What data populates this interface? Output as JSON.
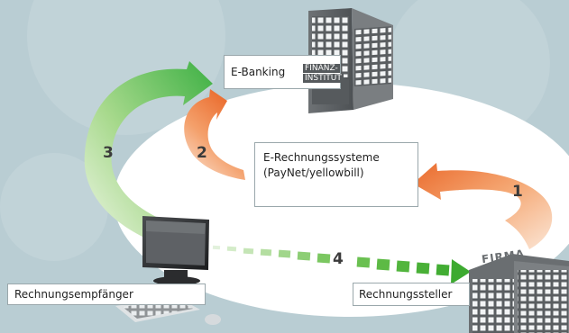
{
  "labels": {
    "ebanking": "E-Banking",
    "finanz_line1": "FINANZ-",
    "finanz_line2": "INSTITUT",
    "esystems_line1": "E-Rechnungssysteme",
    "esystems_line2": "(PayNet/yellowbill)",
    "firma": "FIRMA",
    "receiver": "Rechnungsempfänger",
    "sender": "Rechnungssteller"
  },
  "steps": [
    "1",
    "2",
    "3",
    "4"
  ],
  "colors": {
    "background": "#b9cdd3",
    "ellipse": "#ffffff",
    "green_arrow": "#4cb848",
    "orange_arrow": "#ee7a3e",
    "building_dark": "#5c6063",
    "text": "#222222"
  }
}
